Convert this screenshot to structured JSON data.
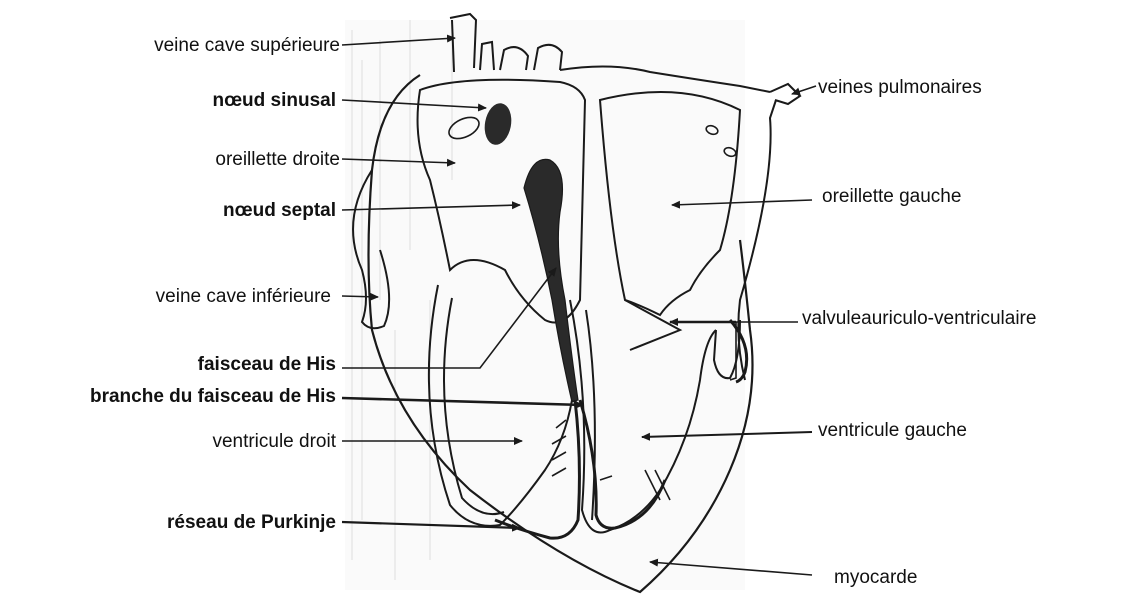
{
  "diagram": {
    "labels_left": {
      "veine_cave_superieure": "veine cave supérieure",
      "noeud_sinusal": "nœud sinusal",
      "oreillette_droite": "oreillette droite",
      "noeud_septal": "nœud septal",
      "veine_cave_inferieure": "veine cave inférieure",
      "faisceau_de_his": "faisceau de His",
      "branche_du_faisceau_de_his": "branche du faisceau de His",
      "ventricule_droit": "ventricule droit",
      "reseau_de_purkinje": "réseau de Purkinje"
    },
    "labels_right": {
      "veines_pulmonaires": "veines pulmonaires",
      "oreillette_gauche": "oreillette gauche",
      "valvule_auriculo_ventriculaire": "valvuleauriculo-ventriculaire",
      "ventricule_gauche": "ventricule gauche",
      "myocarde": "myocarde"
    },
    "colors": {
      "line": "#1a1a1a",
      "node_fill": "#2a2a2a",
      "scan_speckle": "#bdbdbd"
    }
  }
}
